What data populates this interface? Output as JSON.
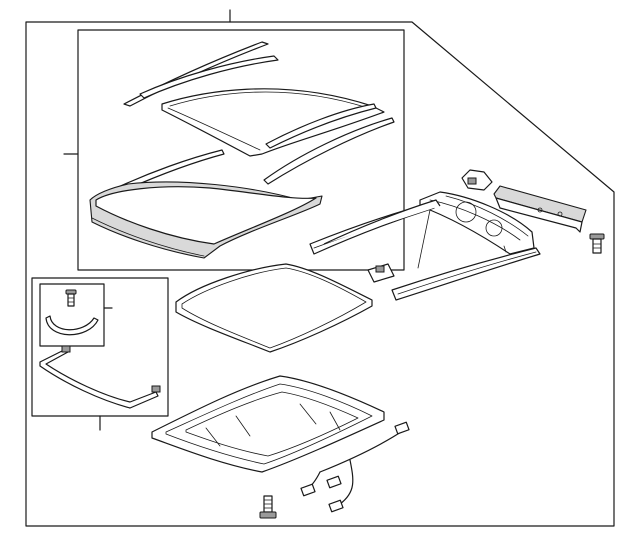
{
  "colors": {
    "background": "#ffffff",
    "panel": "#f4f4f4",
    "stroke": "#1a1a1a",
    "part_fill": "#ffffff",
    "part_shade": "#d9d9d9"
  },
  "parts": [
    "glass-panel-seals",
    "sunroof-frame-rails",
    "bracket",
    "reinforcement-plate",
    "bolt",
    "drain-clip",
    "glass-panel",
    "sunshade-kit",
    "housing",
    "wire-harness",
    "mounting-bolt"
  ]
}
